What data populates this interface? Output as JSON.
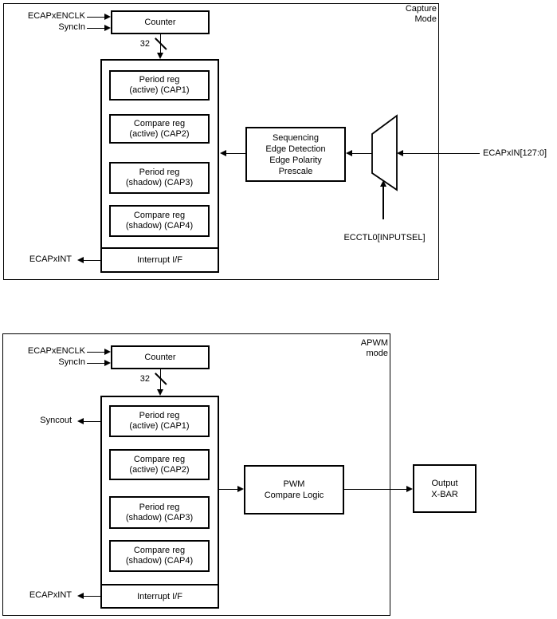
{
  "colors": {
    "line": "#000000",
    "background": "#ffffff"
  },
  "diagrams": {
    "capture": {
      "mode_label": {
        "line1": "Capture",
        "line2": "Mode"
      },
      "signals": {
        "enclk": "ECAPxENCLK",
        "syncin": "SyncIn",
        "bus_width": "32",
        "ecap_int": "ECAPxINT",
        "ecap_in": "ECAPxIN[127:0]",
        "mux_select": "ECCTL0[INPUTSEL]"
      },
      "blocks": {
        "counter": "Counter",
        "interrupt": "Interrupt I/F",
        "sequencing": [
          "Sequencing",
          "Edge Detection",
          "Edge Polarity",
          "Prescale"
        ],
        "registers": [
          {
            "line1": "Period reg",
            "line2": "(active) (CAP1)"
          },
          {
            "line1": "Compare reg",
            "line2": "(active) (CAP2)"
          },
          {
            "line1": "Period reg",
            "line2": "(shadow) (CAP3)"
          },
          {
            "line1": "Compare reg",
            "line2": "(shadow) (CAP4)"
          }
        ]
      }
    },
    "apwm": {
      "mode_label": {
        "line1": "APWM",
        "line2": "mode"
      },
      "signals": {
        "enclk": "ECAPxENCLK",
        "syncin": "SyncIn",
        "bus_width": "32",
        "syncout": "Syncout",
        "ecap_int": "ECAPxINT"
      },
      "blocks": {
        "counter": "Counter",
        "interrupt": "Interrupt I/F",
        "pwm_logic": {
          "line1": "PWM",
          "line2": "Compare Logic"
        },
        "output_xbar": {
          "line1": "Output",
          "line2": "X-BAR"
        },
        "registers": [
          {
            "line1": "Period reg",
            "line2": "(active) (CAP1)"
          },
          {
            "line1": "Compare reg",
            "line2": "(active) (CAP2)"
          },
          {
            "line1": "Period reg",
            "line2": "(shadow) (CAP3)"
          },
          {
            "line1": "Compare reg",
            "line2": "(shadow) (CAP4)"
          }
        ]
      }
    }
  }
}
